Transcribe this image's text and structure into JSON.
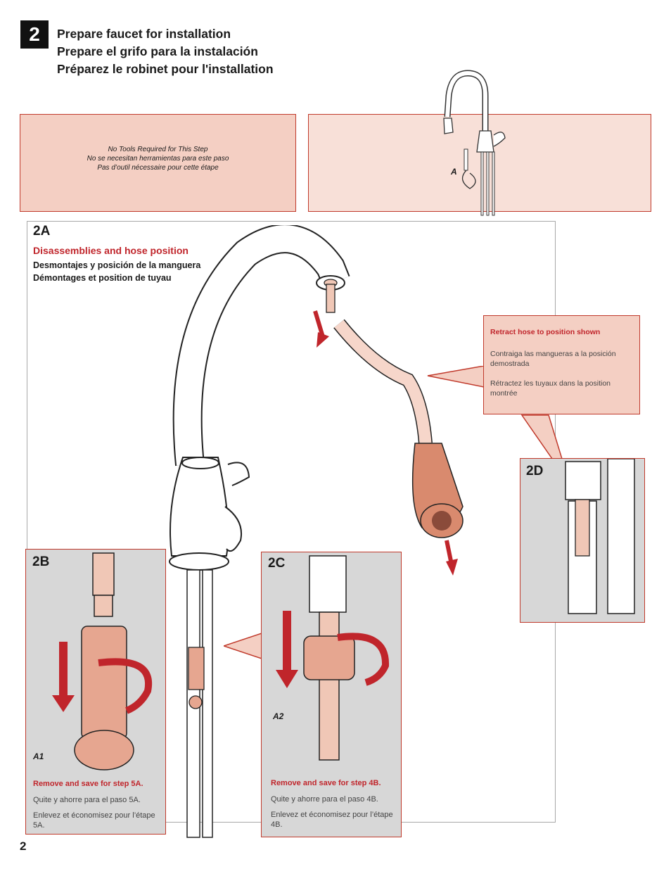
{
  "step": {
    "number": "2",
    "titles": [
      "Prepare faucet for installation",
      "Prepare el grifo para la instalación",
      "Préparez le robinet pour l'installation"
    ]
  },
  "tools": {
    "lines": [
      "No Tools Required for This Step",
      "No se necesitan herramientas para este paso",
      "Pas d’outil nécessaire pour cette étape"
    ]
  },
  "parts": {
    "label_a": "A"
  },
  "panel_2a": {
    "label": "2A",
    "title_en": "Disassemblies and hose position",
    "title_es": "Desmontajes y posición de la manguera",
    "title_fr": "Démontages et position de tuyau"
  },
  "callout": {
    "en": "Retract hose to position shown",
    "es": "Contraiga las mangueras a la posición demostrada",
    "fr": "Rétractez les tuyaux dans la position montrée"
  },
  "panel_2b": {
    "label": "2B",
    "part_tag": "A1",
    "en": "Remove and save for step 5A.",
    "es": "Quite y ahorre para el paso 5A.",
    "fr": "Enlevez et économisez pour l’étape 5A."
  },
  "panel_2c": {
    "label": "2C",
    "part_tag": "A2",
    "en": "Remove and save for step 4B.",
    "es": "Quite y ahorre para el paso 4B.",
    "fr": "Enlevez et économisez pour l’étape 4B."
  },
  "panel_2d": {
    "label": "2D"
  },
  "page_number": "2",
  "colors": {
    "accent_red": "#c0252b",
    "panel_pink": "#f4cfc3",
    "copper": "#d98a6e",
    "gray_panel": "#d7d7d7"
  }
}
